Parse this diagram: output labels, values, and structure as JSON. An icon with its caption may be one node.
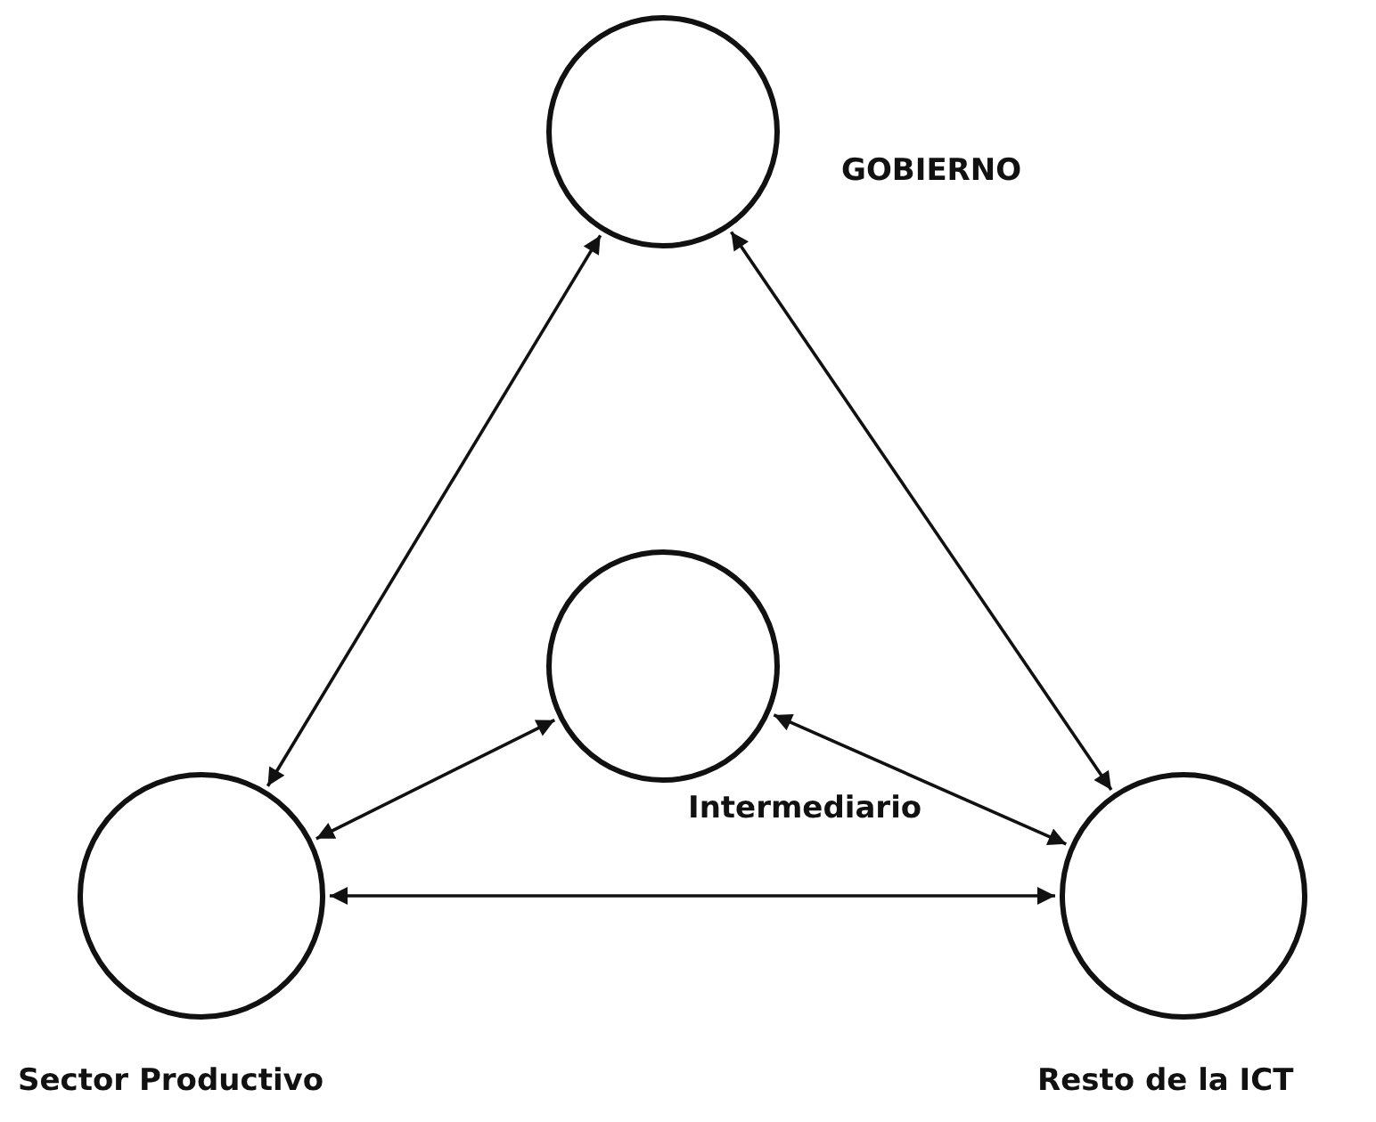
{
  "diagram": {
    "nodes": [
      {
        "text": [
          "GOBIERNO"
        ]
      },
      {
        "text": [
          "Intermediario"
        ]
      },
      {
        "text": [
          "Sector Productivo"
        ]
      },
      {
        "text": [
          "Resto de la ICT"
        ]
      }
    ],
    "edges": [
      {
        "from": 0,
        "to": 2,
        "arrow": "both"
      },
      {
        "from": 0,
        "to": 3,
        "arrow": "both"
      },
      {
        "from": 1,
        "to": 2,
        "arrow": "both"
      },
      {
        "from": 1,
        "to": 3,
        "arrow": "both"
      },
      {
        "from": 2,
        "to": 3,
        "arrow": "both"
      }
    ]
  }
}
